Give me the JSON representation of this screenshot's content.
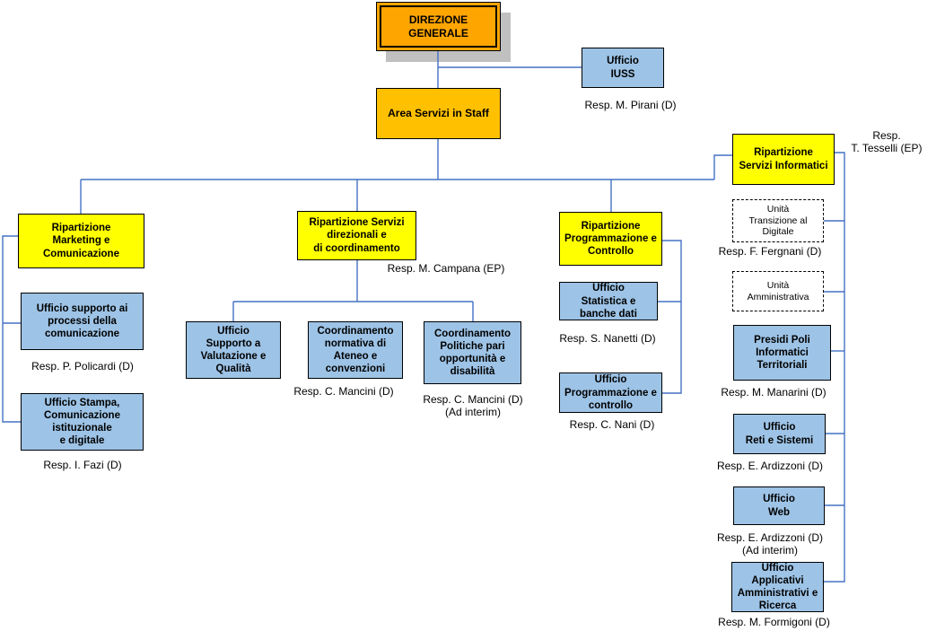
{
  "colors": {
    "ripartizione_yellow": "#FFFF00",
    "ufficio_blue": "#9DC3E6",
    "direzione_orange": "#FFA500",
    "staff_gold": "#FFC000",
    "connector_blue": "#4472C4",
    "shadow_gray": "#C0C0C0"
  },
  "nodes": {
    "direzione_generale": "DIREZIONE\nGENERALE",
    "ufficio_iuss": "Ufficio\nIUSS",
    "area_servizi_staff": "Area Servizi in Staff",
    "rip_servizi_informatici": "Ripartizione\nServizi Informatici",
    "rip_marketing": "Ripartizione\nMarketing e\nComunicazione",
    "rip_direzionali": "Ripartizione Servizi\ndirezionali e\ndi coordinamento",
    "rip_programmazione": "Ripartizione\nProgrammazione e\nControllo",
    "uff_supporto_processi": "Ufficio supporto ai\nprocessi della\ncomunicazione",
    "uff_stampa": "Ufficio Stampa,\nComunicazione\nistituzionale\ne digitale",
    "uff_supporto_valutazione": "Ufficio\nSupporto a\nValutazione e\nQualità",
    "coord_normativa": "Coordinamento\nnormativa di\nAteneo e\nconvenzioni",
    "coord_politiche": "Coordinamento\nPolitiche pari\nopportunità e\ndisabilità",
    "uff_statistica": "Ufficio\nStatistica e\nbanche dati",
    "uff_prog_controllo": "Ufficio\nProgrammazione e\ncontrollo",
    "unita_transizione": "Unità\nTransizione al\nDigitale",
    "unita_amministrativa": "Unità\nAmministrativa",
    "presidi_poli": "Presidi Poli\nInformatici\nTerritoriali",
    "uff_reti": "Ufficio\nReti e Sistemi",
    "uff_web": "Ufficio\nWeb",
    "uff_applicativi": "Ufficio\nApplicativi\nAmministrativi e\nRicerca"
  },
  "resp": {
    "pirani": "Resp. M. Pirani (D)",
    "tesselli": "Resp.\nT. Tesselli (EP)",
    "campana": "Resp. M. Campana (EP)",
    "mancini_normativa": "Resp. C. Mancini (D)",
    "mancini_politiche": "Resp. C. Mancini (D)\n(Ad interim)",
    "policardi": "Resp. P. Policardi (D)",
    "fazi": "Resp. I. Fazi (D)",
    "nanetti": "Resp. S. Nanetti (D)",
    "nani": "Resp. C. Nani (D)",
    "fergnani": "Resp. F. Fergnani (D)",
    "manarini": "Resp. M. Manarini (D)",
    "ardizzoni_reti": "Resp. E. Ardizzoni (D)",
    "ardizzoni_web": "Resp. E. Ardizzoni (D)\n(Ad interim)",
    "formigoni": "Resp. M. Formigoni (D)"
  }
}
